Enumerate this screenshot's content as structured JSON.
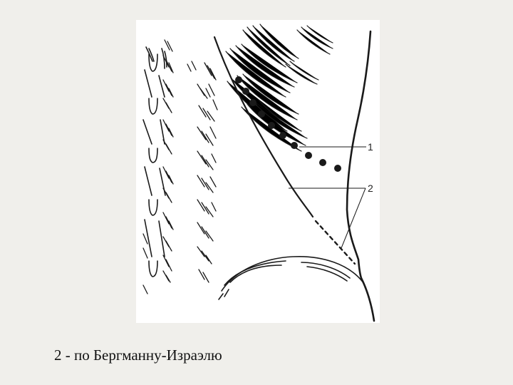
{
  "slide": {
    "caption": "2 - по Бергманну-Израэлю"
  },
  "figure": {
    "callouts": [
      {
        "id": "1",
        "label": "1"
      },
      {
        "id": "2",
        "label": "2"
      }
    ],
    "colors": {
      "ink": "#1a1a1a",
      "paper": "#ffffff",
      "slide_background": "#f0efeb"
    }
  }
}
